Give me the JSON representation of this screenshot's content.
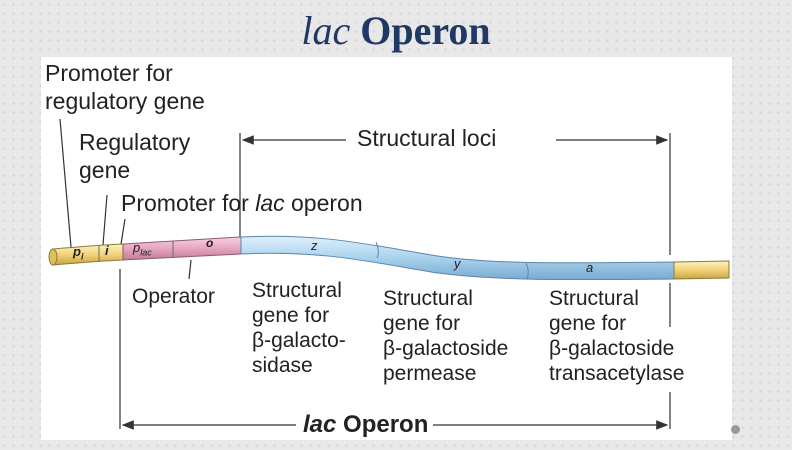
{
  "slide": {
    "title_italic": "lac",
    "title_rest": " Operon"
  },
  "diagram": {
    "promoter_regulatory_line1": "Promoter for",
    "promoter_regulatory_line2": "regulatory gene",
    "regulatory_gene_line1": "Regulatory",
    "regulatory_gene_line2": "gene",
    "promoter_lac_prefix": "Promoter for ",
    "promoter_lac_italic": "lac",
    "promoter_lac_suffix": " operon",
    "structural_loci": "Structural loci",
    "operator": "Operator",
    "z_line1": "Structural",
    "z_line2": "gene for",
    "z_line3": "β-galacto-",
    "z_line4": "sidase",
    "y_line1": "Structural",
    "y_line2": "gene for",
    "y_line3": "β-galactoside",
    "y_line4": "permease",
    "a_line1": "Structural",
    "a_line2": "gene for",
    "a_line3": "β-galactoside",
    "a_line4": "transacetylase",
    "lac_operon_italic": "lac",
    "lac_operon_rest": " Operon",
    "seg_pi": "p",
    "seg_pi_sub": "i",
    "seg_i": "i",
    "seg_plac": "p",
    "seg_plac_sub": "lac",
    "seg_o": "o",
    "seg_z": "z",
    "seg_y": "y",
    "seg_a": "a"
  },
  "colors": {
    "title": "#1f3864",
    "yellow_segment": "#f2d27a",
    "promoter_segment": "#e6a4bd",
    "structural_segment": "#a9d2ee"
  }
}
